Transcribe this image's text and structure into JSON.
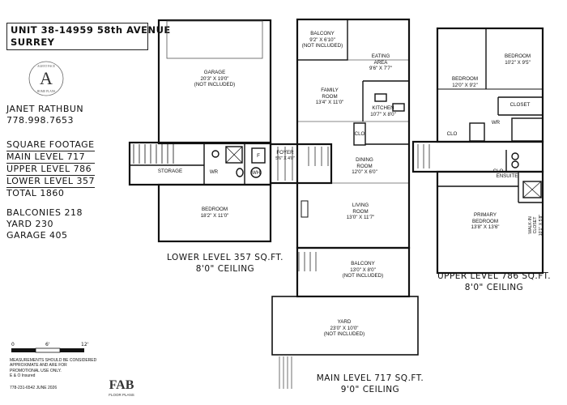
{
  "header": {
    "address_line1": "UNIT 38-14959 58th AVENUE",
    "address_line2": "SURREY"
  },
  "logo": {
    "letter": "A",
    "text_top": "AGENT FACE",
    "text_bottom": "HOME PLANS"
  },
  "agent": {
    "name": "JANET RATHBUN",
    "phone": "778.998.7653"
  },
  "footage": {
    "heading": "SQUARE FOOTAGE",
    "rows": [
      "MAIN LEVEL 717",
      "UPPER LEVEL 786",
      "LOWER LEVEL 357",
      "TOTAL 1860"
    ]
  },
  "extras": {
    "rows": [
      "BALCONIES 218",
      "YARD 230",
      "GARAGE 405"
    ]
  },
  "levels": {
    "lower_title": "LOWER LEVEL 357 SQ.FT.",
    "lower_ceiling": "8'0\" CEILING",
    "main_title": "MAIN LEVEL 717 SQ.FT.",
    "main_ceiling": "9'0\" CEILING",
    "upper_title": "UPPER LEVEL 786 SQ.FT.",
    "upper_ceiling": "8'0\" CEILING"
  },
  "rooms": {
    "garage": {
      "name": "GARAGE",
      "dims": "20'3\" X 19'0\"",
      "note": "(NOT INCLUDED)"
    },
    "storage": {
      "name": "STORAGE"
    },
    "lower_wr": {
      "name": "WR"
    },
    "lower_f": {
      "name": "F"
    },
    "lower_wh": {
      "name": "WH"
    },
    "lower_bedroom": {
      "name": "BEDROOM",
      "dims": "18'2\" X 11'0\""
    },
    "balcony_top": {
      "name": "BALCONY",
      "dims": "9'2\" X 6'10\"",
      "note": "(NOT INCLUDED)"
    },
    "eating": {
      "name": "EATING",
      "name2": "AREA",
      "dims": "9'6\" X 7'7\""
    },
    "family": {
      "name": "FAMILY",
      "name2": "ROOM",
      "dims": "13'4\" X 11'0\""
    },
    "kitchen": {
      "name": "KITCHEN",
      "dims": "10'7\" X 8'0\""
    },
    "main_clo": {
      "name": "CLO"
    },
    "foyer": {
      "name": "FOYER",
      "dims": "5'6\" X 4'0\""
    },
    "dining": {
      "name": "DINING",
      "name2": "ROOM",
      "dims": "12'0\" X 6'0\""
    },
    "living": {
      "name": "LIVING",
      "name2": "ROOM",
      "dims": "13'0\" X 11'7\""
    },
    "balcony_bottom": {
      "name": "BALCONY",
      "dims": "13'0\" X 8'0\"",
      "note": "(NOT INCLUDED)"
    },
    "yard": {
      "name": "YARD",
      "dims": "23'0\" X 10'0\"",
      "note": "(NOT INCLUDED)"
    },
    "bedroom_a": {
      "name": "BEDROOM",
      "dims": "10'2\" X 9'5\""
    },
    "bedroom_b": {
      "name": "BEDROOM",
      "dims": "12'0\" X 9'2\""
    },
    "closet": {
      "name": "CLOSET"
    },
    "upper_wr": {
      "name": "WR"
    },
    "upper_clo": {
      "name": "CLO"
    },
    "upper_clo2": {
      "name": "CLO"
    },
    "ensuite": {
      "name": "ENSUITE"
    },
    "primary": {
      "name": "PRIMARY",
      "name2": "BEDROOM",
      "dims": "13'8\" X 13'6\""
    },
    "walkin": {
      "name": "WALK-IN",
      "name2": "CLOSET",
      "dims": "10'1\" X 5'8\""
    }
  },
  "scale": {
    "labels": [
      "0",
      "6'",
      "12'"
    ]
  },
  "disclaimer": {
    "lines": [
      "MEASUREMENTS SHOULD BE CONSIDERED",
      "APPROXIMATE AND ARE FOR",
      "PROMOTIONAL USE ONLY.",
      "E & O Insured",
      "778-231-6542 JUNE 2026"
    ]
  },
  "brand": {
    "mark": "FAB",
    "sub": "FLOOR PLANS"
  }
}
